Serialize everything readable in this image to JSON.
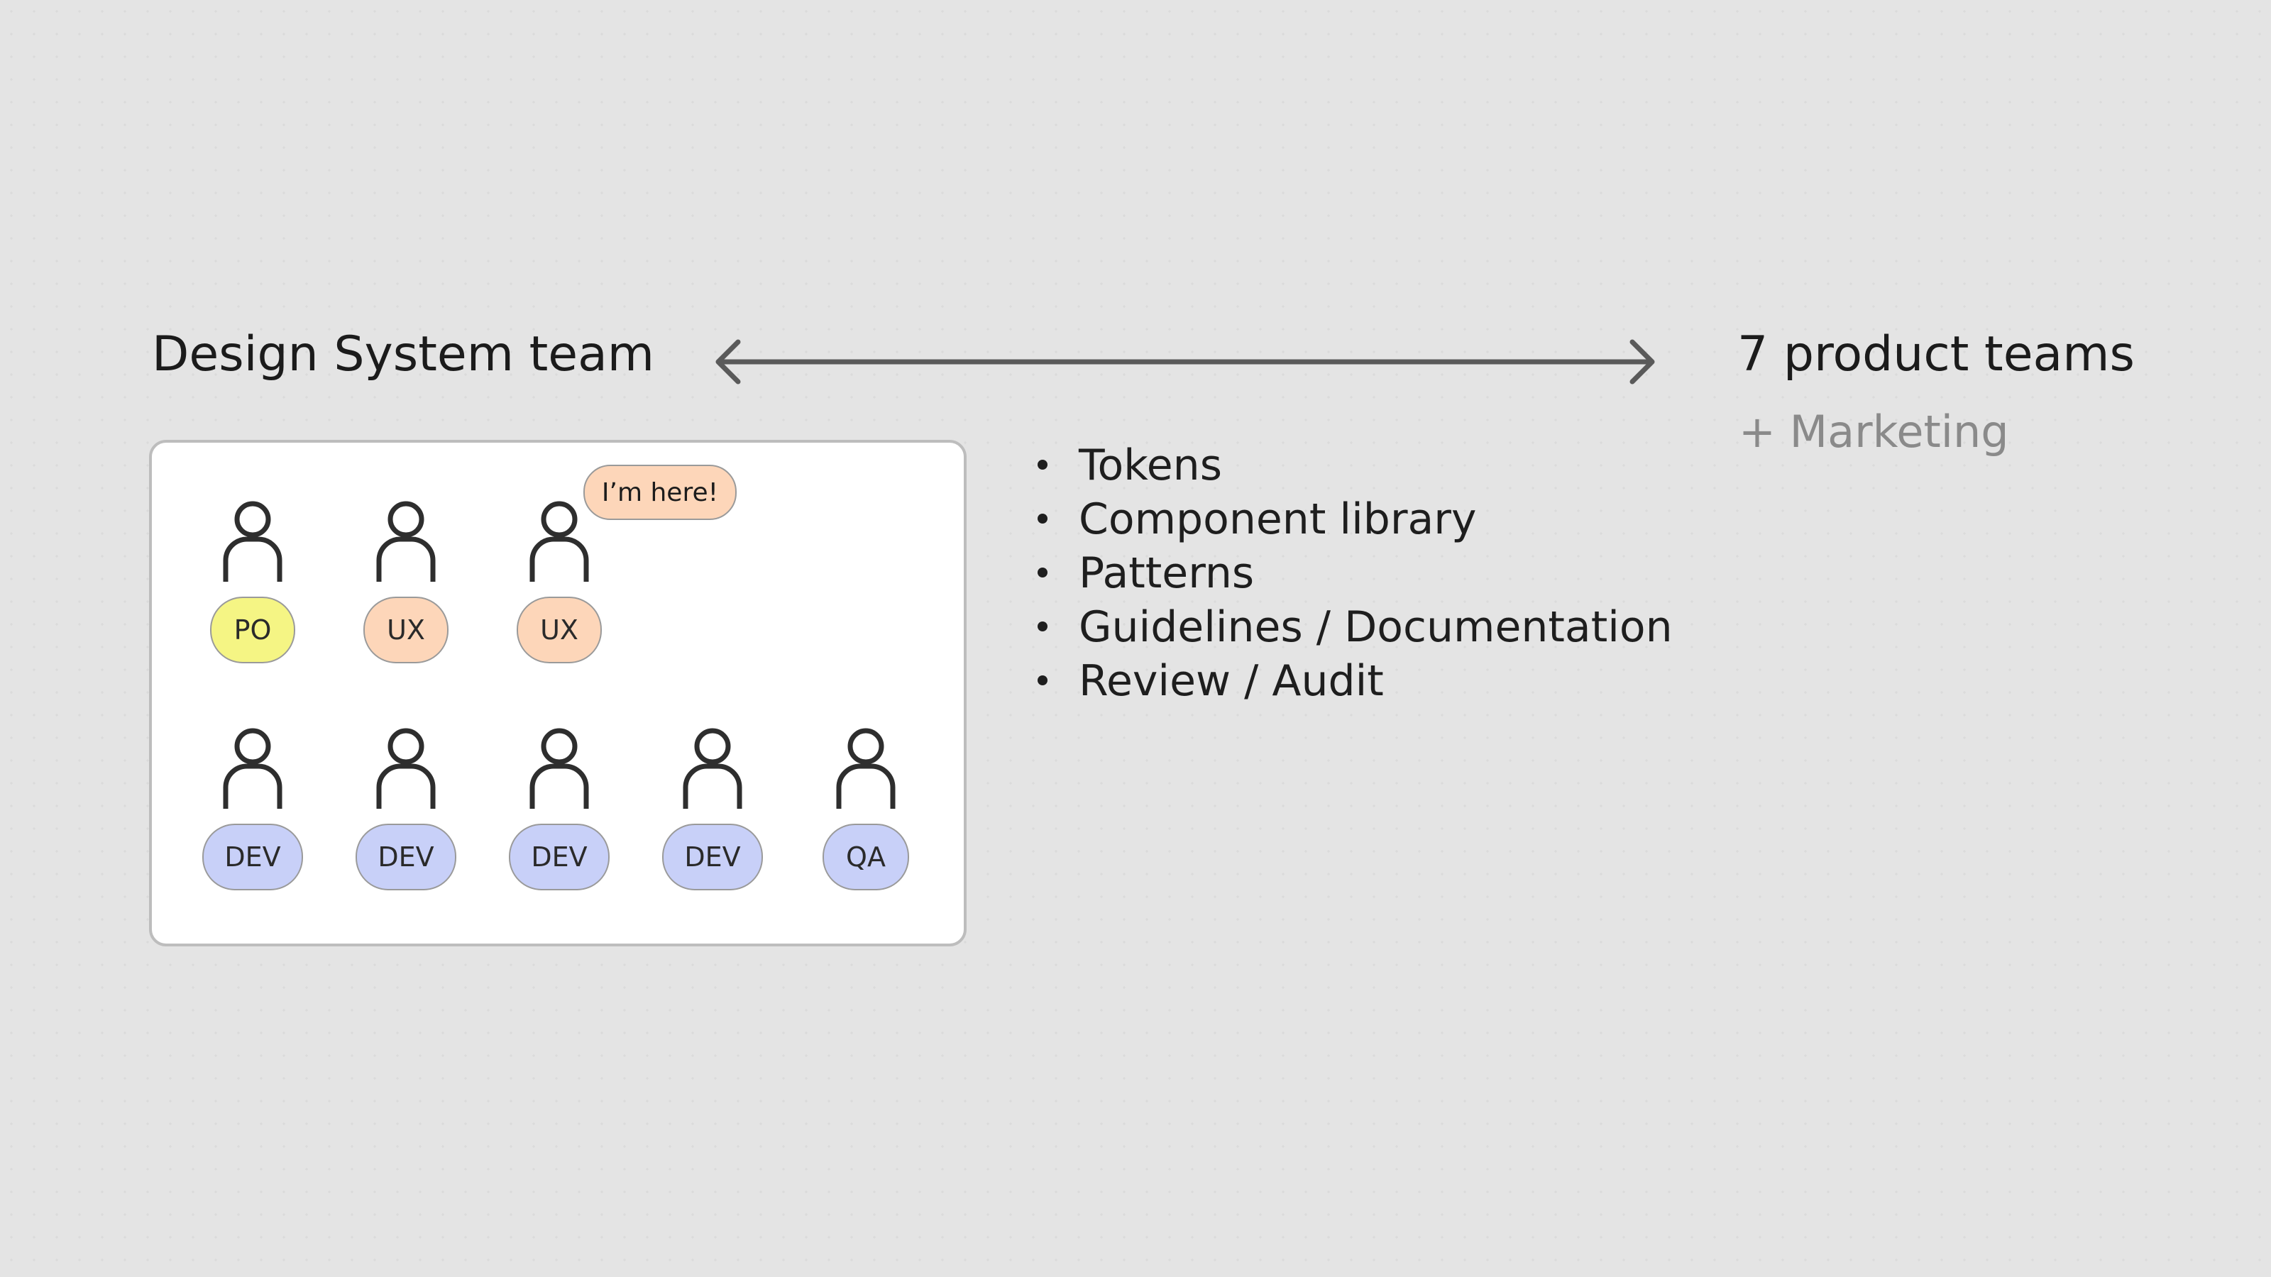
{
  "left_team": {
    "title": "Design System team"
  },
  "right_team": {
    "title": "7 product teams",
    "subtitle": "+ Marketing"
  },
  "connector": {
    "type": "bidirectional-arrow",
    "icon": "double-headed-arrow-icon",
    "color": "#5a5a5a"
  },
  "speech_bubble": {
    "text": "I’m here!"
  },
  "members": {
    "row1": [
      {
        "role": "PO",
        "color": "#f5f584"
      },
      {
        "role": "UX",
        "color": "#fdd6b9"
      },
      {
        "role": "UX",
        "color": "#fdd6b9"
      }
    ],
    "row2": [
      {
        "role": "DEV",
        "color": "#c8d0f8"
      },
      {
        "role": "DEV",
        "color": "#c8d0f8"
      },
      {
        "role": "DEV",
        "color": "#c8d0f8"
      },
      {
        "role": "DEV",
        "color": "#c8d0f8"
      },
      {
        "role": "QA",
        "color": "#c8d0f8"
      }
    ]
  },
  "scope_items": [
    "Tokens",
    "Component library",
    "Patterns",
    "Guidelines / Documentation",
    "Review / Audit"
  ],
  "colors": {
    "background": "#e4e4e4",
    "card": "#ffffff",
    "card_border": "#bdbdbd",
    "subtitle_gray": "#8a8a8a"
  }
}
